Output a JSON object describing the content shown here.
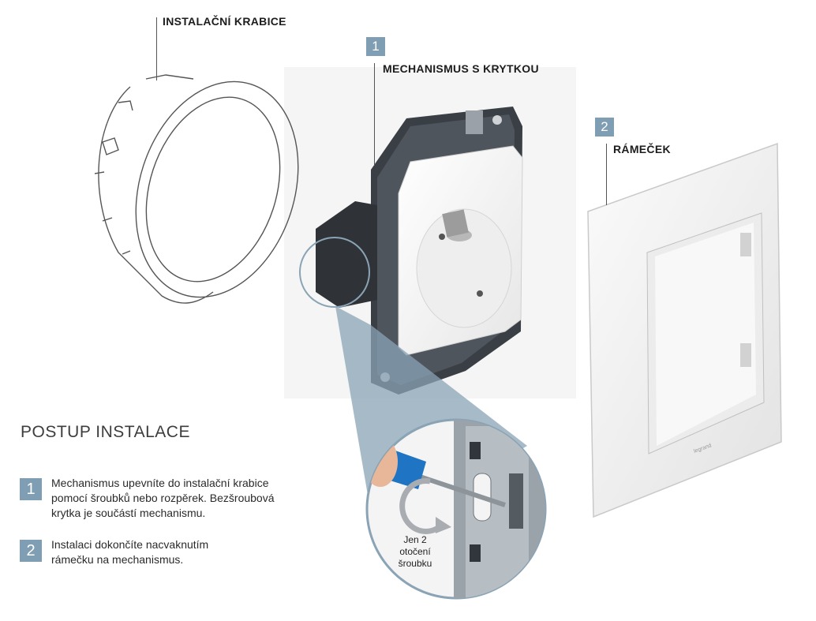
{
  "labels": {
    "box": "INSTALAČNÍ KRABICE",
    "mechanism": "MECHANISMUS S KRYTKOU",
    "frame": "RÁMEČEK"
  },
  "badges": {
    "mechanism": "1",
    "frame": "2"
  },
  "procedure": {
    "title": "POSTUP INSTALACE",
    "steps": [
      {
        "number": "1",
        "lines": [
          "Mechanismus upevníte do instalační krabice",
          "pomocí šroubků nebo rozpěrek. Bezšroubová",
          "krytka je součástí mechanismu."
        ]
      },
      {
        "number": "2",
        "lines": [
          "Instalaci dokončíte nacvaknutím",
          "rámečku na mechanismus."
        ]
      }
    ]
  },
  "zoom_note": {
    "lines": [
      "Jen 2",
      "otočení",
      "šroubku"
    ]
  },
  "colors": {
    "badge": "#7f9eb4",
    "zoom_circle": "#8aa3b5",
    "text": "#222222"
  }
}
